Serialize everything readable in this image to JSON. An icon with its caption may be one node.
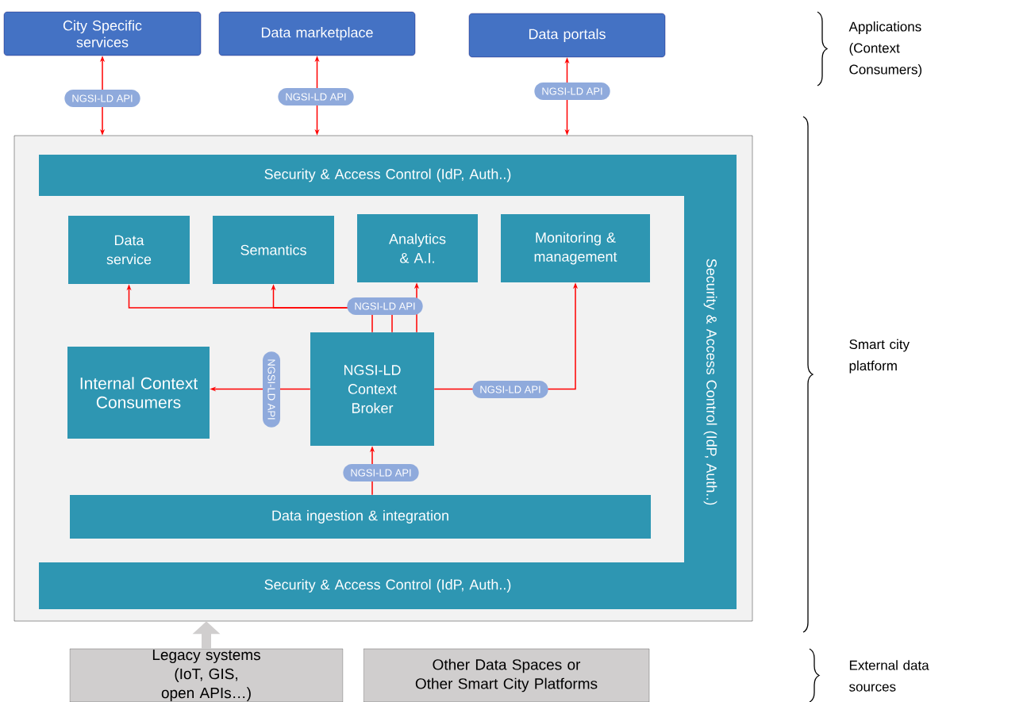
{
  "diagram": {
    "nodes": [
      {
        "text": [
          "City Specific services"
        ]
      },
      {
        "text": [
          "Data marketplace"
        ]
      },
      {
        "text": [
          "Data portals"
        ]
      },
      {
        "text": [],
        "shape": "box"
      },
      {
        "text": [
          "Security & Access Control (IdP, Auth..)"
        ],
        "in": 3
      },
      {
        "text": [
          "Security & Access Control (IdP, Auth..)"
        ],
        "in": 3
      },
      {
        "text": [
          "Security & Access Control (IdP, Auth..)"
        ],
        "in": 3
      },
      {
        "text": [
          "Data service"
        ],
        "in": 3
      },
      {
        "text": [
          "Semantics"
        ],
        "in": 3
      },
      {
        "text": [
          "Analytics & A.I."
        ],
        "in": 3
      },
      {
        "text": [
          "Monitoring & management"
        ],
        "in": 3
      },
      {
        "text": [
          "Internal Context Consumers"
        ],
        "in": 3
      },
      {
        "text": [
          "NGSI-LD Context Broker"
        ],
        "in": 3
      },
      {
        "text": [
          "Data ingestion & integration"
        ],
        "in": 3
      },
      {
        "text": [
          "Legacy systems (IoT, GIS, open APIs…)"
        ]
      },
      {
        "text": [
          "Other Data Spaces or Other Smart City Platforms"
        ]
      }
    ],
    "edges": [
      {
        "from": 3,
        "to": 0,
        "arrow": "both",
        "label": "NGSI-LD API"
      },
      {
        "from": 3,
        "to": 1,
        "arrow": "both",
        "label": "NGSI-LD API"
      },
      {
        "from": 3,
        "to": 2,
        "arrow": "both",
        "label": "NGSI-LD API"
      },
      {
        "from": 12,
        "to": 7,
        "arrow": "to"
      },
      {
        "from": 12,
        "to": 8,
        "arrow": "to"
      },
      {
        "from": 12,
        "to": 9,
        "arrow": "to",
        "label": "NGSI-LD API"
      },
      {
        "from": 12,
        "to": 11,
        "arrow": "to",
        "label": "NGSI-LD API"
      },
      {
        "from": 12,
        "to": 10,
        "arrow": "to",
        "label": "NGSI-LD API"
      },
      {
        "from": 13,
        "to": 12,
        "arrow": "to",
        "label": "NGSI-LD API"
      },
      {
        "from": 14,
        "to": 3,
        "arrow": "to",
        "style": "thick",
        "color": "#d0cece"
      }
    ],
    "labels": [
      "Applications (Context Consumers)",
      "Smart city platform",
      "External data sources"
    ]
  }
}
